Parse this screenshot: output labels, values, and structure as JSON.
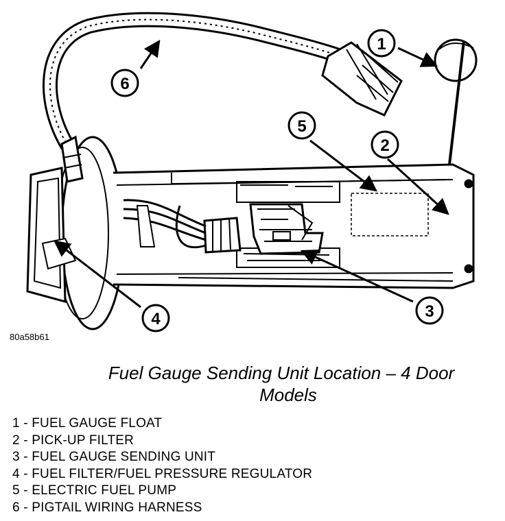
{
  "figure": {
    "code": "80a58b61",
    "caption_line1": "Fuel Gauge Sending Unit Location – 4 Door",
    "caption_line2": "Models"
  },
  "callouts": [
    "1",
    "2",
    "3",
    "4",
    "5",
    "6"
  ],
  "legend": [
    "1 - FUEL GAUGE FLOAT",
    "2 - PICK-UP FILTER",
    "3 - FUEL GAUGE SENDING UNIT",
    "4 - FUEL FILTER/FUEL PRESSURE REGULATOR",
    "5 - ELECTRIC FUEL PUMP",
    "6 - PIGTAIL WIRING HARNESS"
  ],
  "colors": {
    "ink": "#000000",
    "paper": "#ffffff"
  }
}
